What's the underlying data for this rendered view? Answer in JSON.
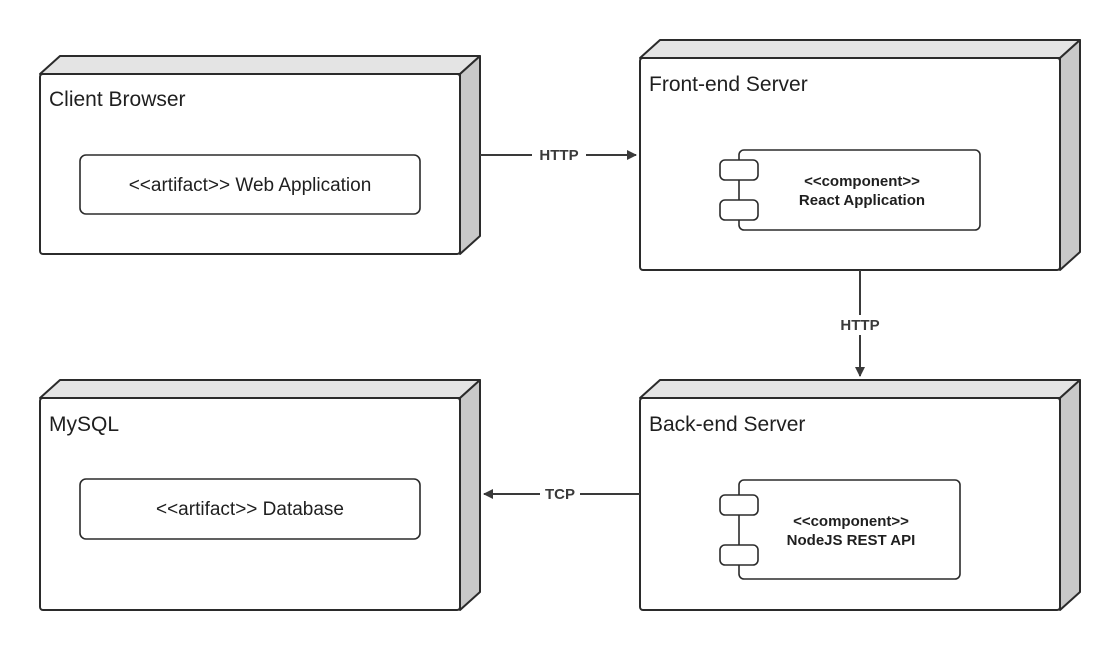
{
  "nodes": {
    "client_browser": {
      "title": "Client Browser",
      "artifact": "<<artifact>> Web Application"
    },
    "frontend_server": {
      "title": "Front-end Server",
      "component_stereotype": "<<component>>",
      "component_name": "React Application"
    },
    "backend_server": {
      "title": "Back-end Server",
      "component_stereotype": "<<component>>",
      "component_name": "NodeJS REST API"
    },
    "mysql": {
      "title": "MySQL",
      "artifact": "<<artifact>> Database"
    }
  },
  "edges": {
    "browser_to_frontend": {
      "label": "HTTP"
    },
    "frontend_to_backend": {
      "label": "HTTP"
    },
    "backend_to_mysql": {
      "label": "TCP"
    }
  }
}
